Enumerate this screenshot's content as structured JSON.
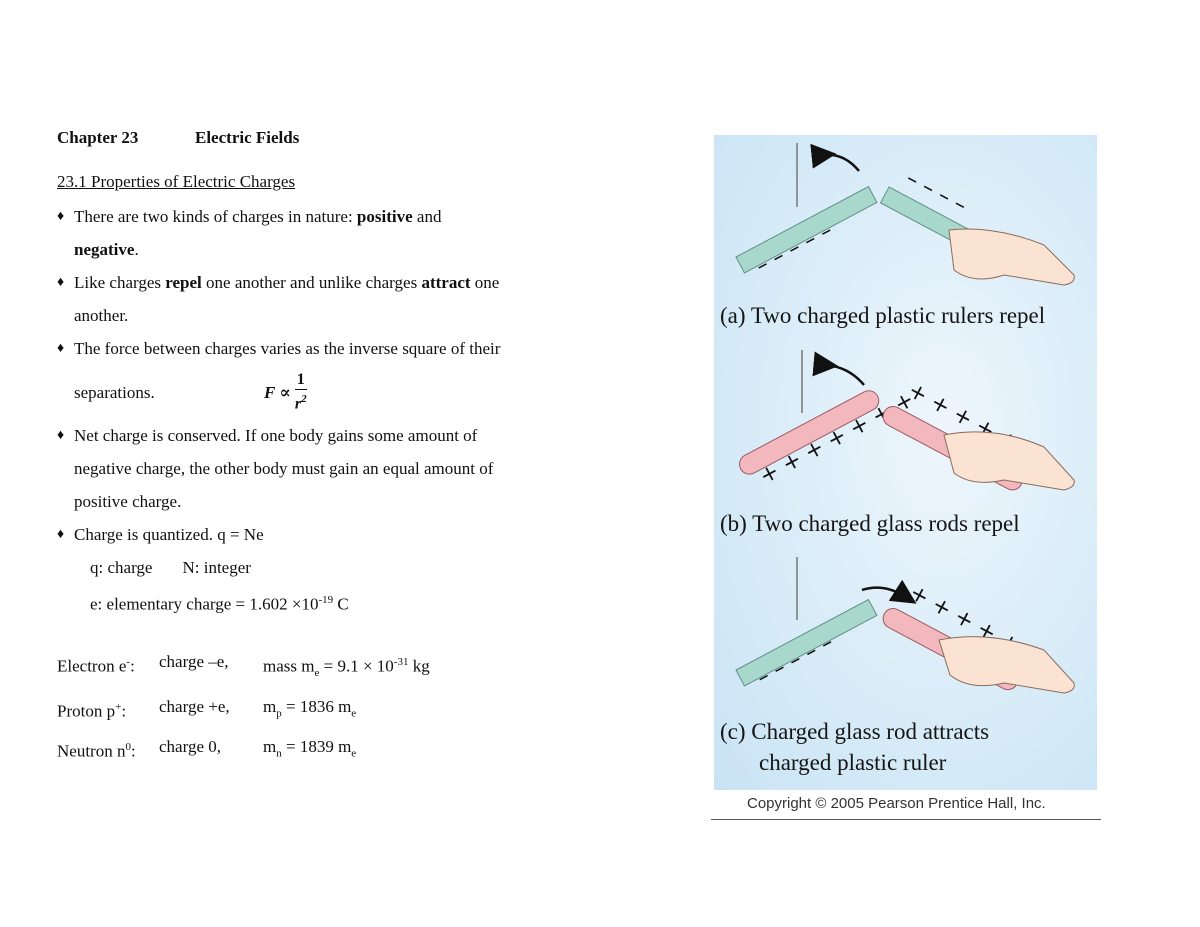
{
  "chapter": {
    "number": "Chapter 23",
    "title": "Electric Fields"
  },
  "section": "23.1 Properties of Electric Charges",
  "bullets": {
    "b1": {
      "pre": "There are two kinds of charges in nature: ",
      "bold1": "positive",
      "mid": " and",
      "bold2": "negative",
      "post": "."
    },
    "b2": {
      "pre": "Like charges ",
      "bold1": "repel",
      "mid": " one another and unlike charges ",
      "bold2": "attract",
      "post": " one",
      "line2": "another."
    },
    "b3": {
      "line1": "The force between charges varies as the inverse square of their",
      "line2": "separations.",
      "formula_F": "F",
      "formula_prop": "∝",
      "formula_num": "1",
      "formula_den": "r",
      "formula_exp": "2"
    },
    "b4": {
      "line1": "Net charge is conserved.  If one body gains some amount of",
      "line2": "negative charge, the other body must gain an equal amount of",
      "line3": "positive charge."
    },
    "b5": {
      "line1": "Charge is quantized.  q = Ne",
      "q_def": "q: charge",
      "n_def": "N: integer",
      "e_def_pre": "e: elementary charge = 1.602 ×10",
      "e_def_exp": "-19",
      "e_def_post": " C"
    }
  },
  "particles": {
    "electron": {
      "name": "Electron e",
      "sup": "-",
      "suffix": ":",
      "charge": "charge –e,",
      "mass_pre": "mass m",
      "mass_sub": "e",
      "mass_mid": " = 9.1 × 10",
      "mass_exp": "-31",
      "mass_post": " kg"
    },
    "proton": {
      "name": "Proton p",
      "sup": "+",
      "suffix": ":",
      "charge": "charge +e,",
      "mass_pre": "m",
      "mass_sub": "p",
      "mass_mid": " = 1836 m",
      "mass_sub2": "e"
    },
    "neutron": {
      "name": "Neutron n",
      "sup": "0",
      "suffix": ":",
      "charge": "charge   0,",
      "mass_pre": "m",
      "mass_sub": "n",
      "mass_mid": " = 1839 m",
      "mass_sub2": "e"
    }
  },
  "figure": {
    "caption_a": "(a)  Two charged plastic rulers repel",
    "caption_b": "(b)  Two charged glass rods repel",
    "caption_c1": "(c)  Charged glass rod attracts",
    "caption_c2": "charged plastic ruler",
    "copyright": "Copyright © 2005 Pearson Prentice Hall, Inc.",
    "colors": {
      "ruler": "#a8d8cc",
      "rod": "#f3b8bd",
      "skin": "#fbe3d3",
      "background": "#d9ecf8"
    }
  }
}
